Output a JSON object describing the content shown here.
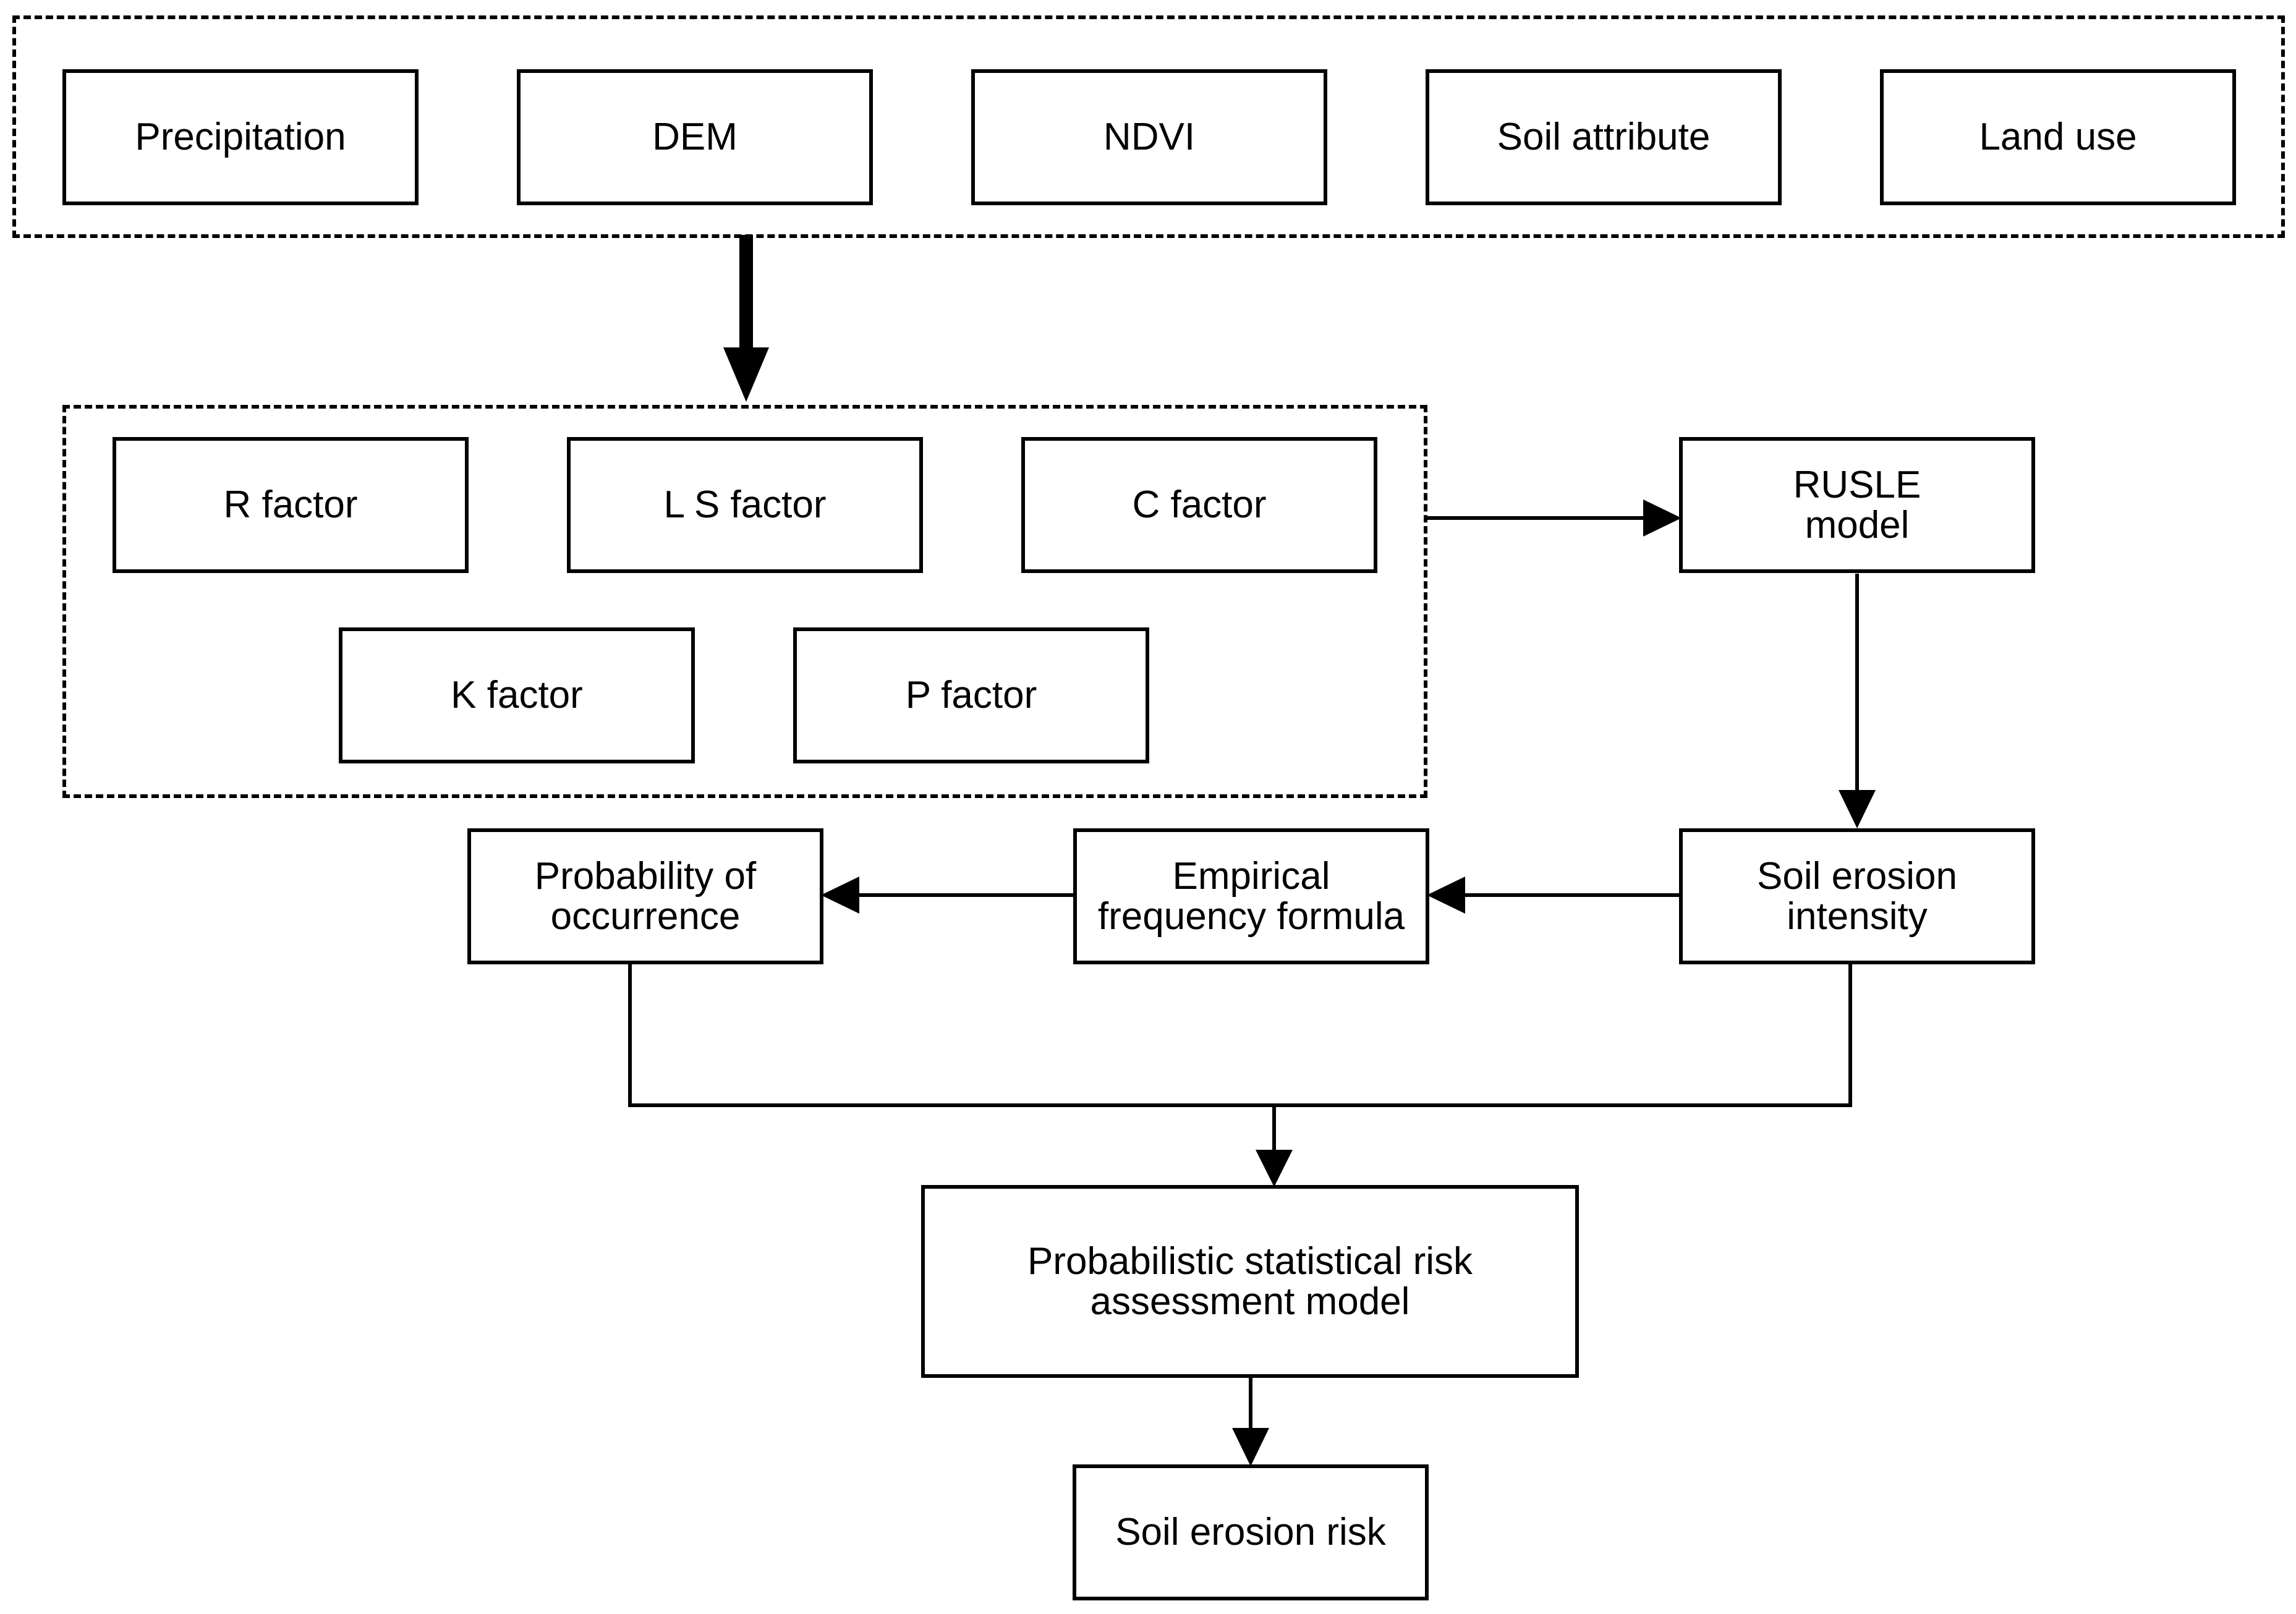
{
  "inputs": {
    "precipitation": "Precipitation",
    "dem": "DEM",
    "ndvi": "NDVI",
    "soil_attribute": "Soil attribute",
    "land_use": "Land use"
  },
  "factors": {
    "r": "R factor",
    "ls": "L S factor",
    "c": "C factor",
    "k": "K factor",
    "p": "P factor"
  },
  "process": {
    "rusle": "RUSLE\nmodel",
    "soil_erosion_intensity": "Soil erosion\nintensity",
    "empirical_frequency": "Empirical\nfrequency formula",
    "probability_occurrence": "Probability of\noccurrence",
    "risk_model": "Probabilistic statistical risk\nassessment model",
    "soil_erosion_risk": "Soil erosion risk"
  }
}
